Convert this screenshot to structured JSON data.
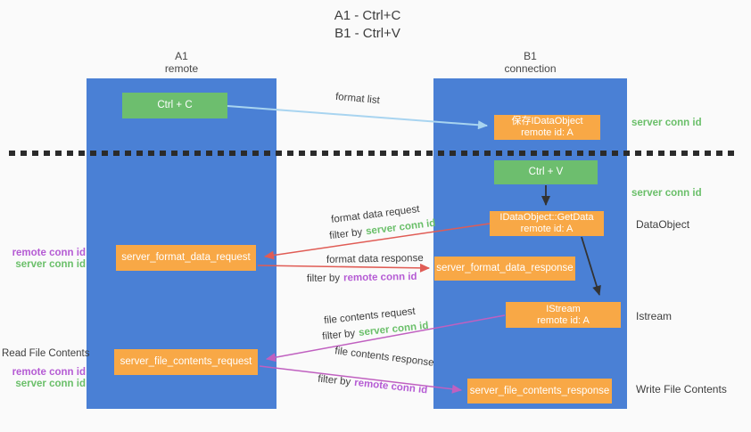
{
  "title": {
    "line1": "A1 - Ctrl+C",
    "line2": "B1 - Ctrl+V"
  },
  "lanes": {
    "left": {
      "name": "A1",
      "type": "remote"
    },
    "right": {
      "name": "B1",
      "type": "connection"
    }
  },
  "boxes": {
    "ctrl_c": {
      "label": "Ctrl + C"
    },
    "save_dataobject": {
      "line1": "保存IDataObject",
      "line2": "remote id: A"
    },
    "ctrl_v": {
      "label": "Ctrl + V"
    },
    "getdata": {
      "line1": "IDataObject::GetData",
      "line2": "remote id: A"
    },
    "format_request": {
      "label": "server_format_data_request"
    },
    "format_response": {
      "label": "server_format_data_response"
    },
    "istream": {
      "line1": "IStream",
      "line2": "remote id: A"
    },
    "file_request": {
      "label": "server_file_contents_request"
    },
    "file_response": {
      "label": "server_file_contents_response"
    }
  },
  "arrow_labels": {
    "format_list": "format list",
    "format_data_request": "format data request",
    "format_data_response": "format data response",
    "file_contents_request": "file contents request",
    "file_contents_response": "file contents response",
    "filter_by": "filter by"
  },
  "conn_ids": {
    "server": "server conn id",
    "remote": "remote conn id"
  },
  "entity_labels": {
    "dataobject": "DataObject",
    "istream": "Istream",
    "read_file": "Read File Contents",
    "write_file": "Write File Contents"
  },
  "colors": {
    "lane_blue": "#4a80d5",
    "box_orange": "#f8a846",
    "box_green": "#6dbe6e",
    "arrow_light_blue": "#a8d4f0",
    "arrow_red": "#e05c55",
    "arrow_magenta": "#c060c0",
    "arrow_black": "#333333",
    "text_green": "#6abf69",
    "text_purple": "#b55bd4",
    "text_dark": "#3d3d3d"
  }
}
